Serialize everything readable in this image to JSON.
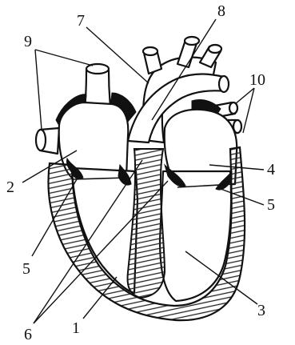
{
  "diagram": {
    "labels": [
      "1",
      "2",
      "3",
      "4",
      "5",
      "5",
      "6",
      "7",
      "8",
      "9",
      "10"
    ],
    "colors": {
      "ink": "#111111",
      "background": "#ffffff"
    }
  }
}
